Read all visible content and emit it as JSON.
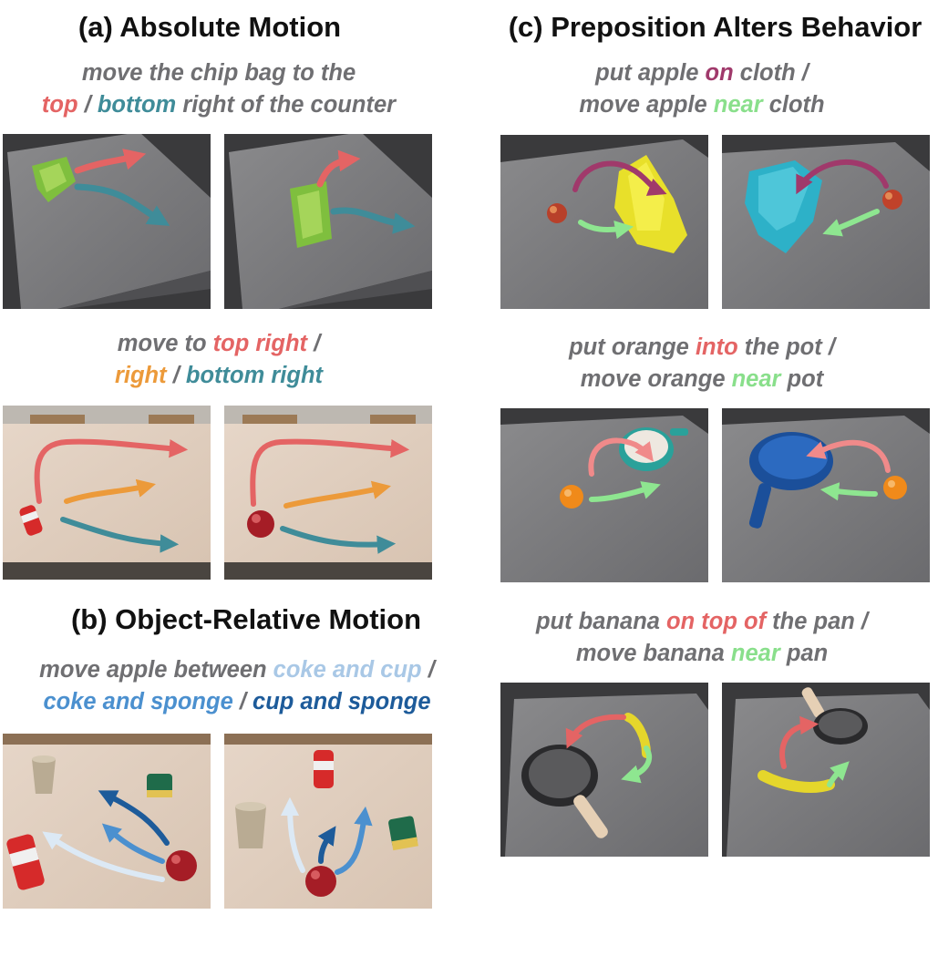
{
  "section_a": {
    "title": "(a) Absolute Motion",
    "caption1": {
      "line1": "move the chip bag to the",
      "line2": [
        {
          "text": "top",
          "color": "red"
        },
        {
          "text": " / ",
          "color": "gray"
        },
        {
          "text": "bottom",
          "color": "teal"
        },
        {
          "text": " right of the counter",
          "color": "gray"
        }
      ]
    },
    "caption2": {
      "line1": [
        {
          "text": "move to ",
          "color": "gray"
        },
        {
          "text": "top right",
          "color": "red"
        },
        {
          "text": " /",
          "color": "gray"
        }
      ],
      "line2": [
        {
          "text": "right",
          "color": "orange"
        },
        {
          "text": " / ",
          "color": "gray"
        },
        {
          "text": "bottom right",
          "color": "teal"
        }
      ]
    }
  },
  "section_b": {
    "title": "(b) Object-Relative Motion",
    "caption": {
      "line1": [
        {
          "text": "move apple between ",
          "color": "gray"
        },
        {
          "text": "coke and cup",
          "color": "light-blue"
        },
        {
          "text": " /",
          "color": "gray"
        }
      ],
      "line2": [
        {
          "text": "coke and sponge",
          "color": "mid-blue"
        },
        {
          "text": " / ",
          "color": "gray"
        },
        {
          "text": "cup and sponge",
          "color": "dark-blue"
        }
      ]
    }
  },
  "section_c": {
    "title": "(c) Preposition Alters Behavior",
    "caption1": {
      "line1": [
        {
          "text": "put apple ",
          "color": "gray"
        },
        {
          "text": "on",
          "color": "purple"
        },
        {
          "text": " cloth /",
          "color": "gray"
        }
      ],
      "line2": [
        {
          "text": "move apple ",
          "color": "gray"
        },
        {
          "text": "near",
          "color": "green"
        },
        {
          "text": " cloth",
          "color": "gray"
        }
      ]
    },
    "caption2": {
      "line1": [
        {
          "text": "put orange ",
          "color": "gray"
        },
        {
          "text": "into",
          "color": "red"
        },
        {
          "text": " the pot /",
          "color": "gray"
        }
      ],
      "line2": [
        {
          "text": "move orange ",
          "color": "gray"
        },
        {
          "text": "near",
          "color": "green"
        },
        {
          "text": " pot",
          "color": "gray"
        }
      ]
    },
    "caption3": {
      "line1": [
        {
          "text": "put banana ",
          "color": "gray"
        },
        {
          "text": "on top of",
          "color": "red"
        },
        {
          "text": " the pan /",
          "color": "gray"
        }
      ],
      "line2": [
        {
          "text": "move banana ",
          "color": "gray"
        },
        {
          "text": "near",
          "color": "green"
        },
        {
          "text": " pan",
          "color": "gray"
        }
      ]
    }
  },
  "colors": {
    "gray": "#6f6f72",
    "red": "#e46464",
    "teal": "#3f8c99",
    "orange": "#ec9a3a",
    "light-blue": "#a9c8e6",
    "mid-blue": "#4b90cf",
    "dark-blue": "#1d5b9a",
    "purple": "#a0396b",
    "green": "#89df8b"
  }
}
